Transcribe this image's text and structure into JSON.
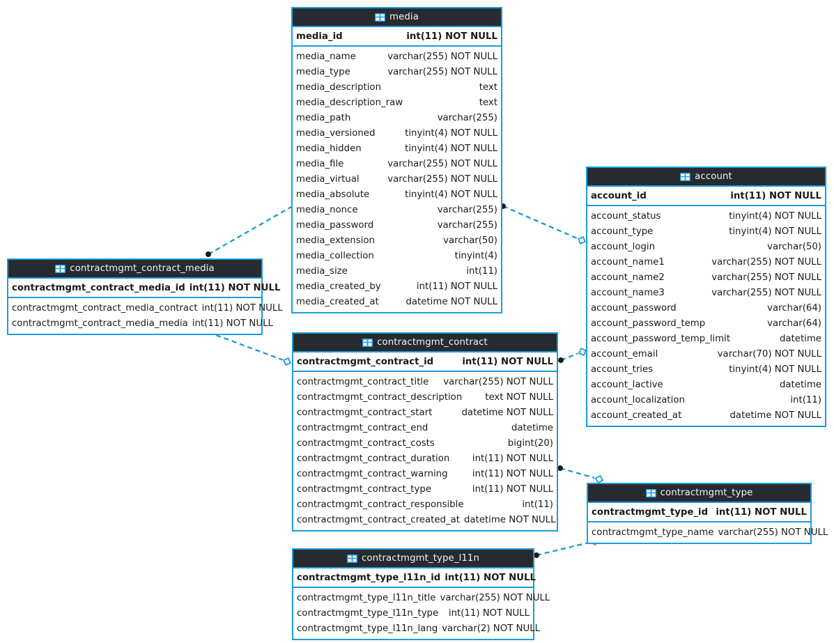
{
  "diagram": {
    "type": "entity-relationship-diagram",
    "icon_name": "table-icon",
    "colors": {
      "border": "#1d9cd8",
      "header_background": "#272b30",
      "header_text": "#f2f2f2",
      "edge": "#1d9cd8",
      "page_background": "#ffffff",
      "text": "#1a1a1a"
    }
  },
  "entities": [
    {
      "name": "media",
      "primary_key": {
        "field": "media_id",
        "type": "int(11) NOT NULL"
      },
      "fields": [
        {
          "field": "media_name",
          "type": "varchar(255) NOT NULL"
        },
        {
          "field": "media_type",
          "type": "varchar(255) NOT NULL"
        },
        {
          "field": "media_description",
          "type": "text"
        },
        {
          "field": "media_description_raw",
          "type": "text"
        },
        {
          "field": "media_path",
          "type": "varchar(255)"
        },
        {
          "field": "media_versioned",
          "type": "tinyint(4) NOT NULL"
        },
        {
          "field": "media_hidden",
          "type": "tinyint(4) NOT NULL"
        },
        {
          "field": "media_file",
          "type": "varchar(255) NOT NULL"
        },
        {
          "field": "media_virtual",
          "type": "varchar(255) NOT NULL"
        },
        {
          "field": "media_absolute",
          "type": "tinyint(4) NOT NULL"
        },
        {
          "field": "media_nonce",
          "type": "varchar(255)"
        },
        {
          "field": "media_password",
          "type": "varchar(255)"
        },
        {
          "field": "media_extension",
          "type": "varchar(50)"
        },
        {
          "field": "media_collection",
          "type": "tinyint(4)"
        },
        {
          "field": "media_size",
          "type": "int(11)"
        },
        {
          "field": "media_created_by",
          "type": "int(11) NOT NULL"
        },
        {
          "field": "media_created_at",
          "type": "datetime NOT NULL"
        }
      ]
    },
    {
      "name": "account",
      "primary_key": {
        "field": "account_id",
        "type": "int(11) NOT NULL"
      },
      "fields": [
        {
          "field": "account_status",
          "type": "tinyint(4) NOT NULL"
        },
        {
          "field": "account_type",
          "type": "tinyint(4) NOT NULL"
        },
        {
          "field": "account_login",
          "type": "varchar(50)"
        },
        {
          "field": "account_name1",
          "type": "varchar(255) NOT NULL"
        },
        {
          "field": "account_name2",
          "type": "varchar(255) NOT NULL"
        },
        {
          "field": "account_name3",
          "type": "varchar(255) NOT NULL"
        },
        {
          "field": "account_password",
          "type": "varchar(64)"
        },
        {
          "field": "account_password_temp",
          "type": "varchar(64)"
        },
        {
          "field": "account_password_temp_limit",
          "type": "datetime"
        },
        {
          "field": "account_email",
          "type": "varchar(70) NOT NULL"
        },
        {
          "field": "account_tries",
          "type": "tinyint(4) NOT NULL"
        },
        {
          "field": "account_lactive",
          "type": "datetime"
        },
        {
          "field": "account_localization",
          "type": "int(11)"
        },
        {
          "field": "account_created_at",
          "type": "datetime NOT NULL"
        }
      ]
    },
    {
      "name": "contractmgmt_contract_media",
      "primary_key": {
        "field": "contractmgmt_contract_media_id",
        "type": "int(11) NOT NULL"
      },
      "fields": [
        {
          "field": "contractmgmt_contract_media_contract",
          "type": "int(11) NOT NULL"
        },
        {
          "field": "contractmgmt_contract_media_media",
          "type": "int(11) NOT NULL"
        }
      ]
    },
    {
      "name": "contractmgmt_contract",
      "primary_key": {
        "field": "contractmgmt_contract_id",
        "type": "int(11) NOT NULL"
      },
      "fields": [
        {
          "field": "contractmgmt_contract_title",
          "type": "varchar(255) NOT NULL"
        },
        {
          "field": "contractmgmt_contract_description",
          "type": "text NOT NULL"
        },
        {
          "field": "contractmgmt_contract_start",
          "type": "datetime NOT NULL"
        },
        {
          "field": "contractmgmt_contract_end",
          "type": "datetime"
        },
        {
          "field": "contractmgmt_contract_costs",
          "type": "bigint(20)"
        },
        {
          "field": "contractmgmt_contract_duration",
          "type": "int(11) NOT NULL"
        },
        {
          "field": "contractmgmt_contract_warning",
          "type": "int(11) NOT NULL"
        },
        {
          "field": "contractmgmt_contract_type",
          "type": "int(11) NOT NULL"
        },
        {
          "field": "contractmgmt_contract_responsible",
          "type": "int(11)"
        },
        {
          "field": "contractmgmt_contract_created_at",
          "type": "datetime NOT NULL"
        }
      ]
    },
    {
      "name": "contractmgmt_type",
      "primary_key": {
        "field": "contractmgmt_type_id",
        "type": "int(11) NOT NULL"
      },
      "fields": [
        {
          "field": "contractmgmt_type_name",
          "type": "varchar(255) NOT NULL"
        }
      ]
    },
    {
      "name": "contractmgmt_type_l11n",
      "primary_key": {
        "field": "contractmgmt_type_l11n_id",
        "type": "int(11) NOT NULL"
      },
      "fields": [
        {
          "field": "contractmgmt_type_l11n_title",
          "type": "varchar(255) NOT NULL"
        },
        {
          "field": "contractmgmt_type_l11n_type",
          "type": "int(11) NOT NULL"
        },
        {
          "field": "contractmgmt_type_l11n_lang",
          "type": "varchar(2) NOT NULL"
        }
      ]
    }
  ],
  "relationships": [
    {
      "name": "contract_media-to-media",
      "from": "contractmgmt_contract_media",
      "to": "media",
      "dot": [
        299,
        365
      ],
      "diamond": [
        425,
        293
      ]
    },
    {
      "name": "media-to-account",
      "from": "media",
      "to": "account",
      "dot": [
        722,
        296
      ],
      "diamond": [
        835,
        345
      ]
    },
    {
      "name": "contract_media-to-contract",
      "from": "contractmgmt_contract_media",
      "to": "contractmgmt_contract",
      "dot": [
        299,
        477
      ],
      "diamond": [
        412,
        519
      ]
    },
    {
      "name": "contract-to-account",
      "from": "contractmgmt_contract",
      "to": "account",
      "dot": [
        805,
        517
      ],
      "diamond": [
        836,
        505
      ]
    },
    {
      "name": "contract-to-type",
      "from": "contractmgmt_contract",
      "to": "contractmgmt_type",
      "dot": [
        804,
        672
      ],
      "diamond": [
        860,
        688
      ]
    },
    {
      "name": "type_l11n-to-type",
      "from": "contractmgmt_type_l11n",
      "to": "contractmgmt_type",
      "dot": [
        770,
        797
      ],
      "diamond": [
        853,
        777
      ]
    }
  ]
}
